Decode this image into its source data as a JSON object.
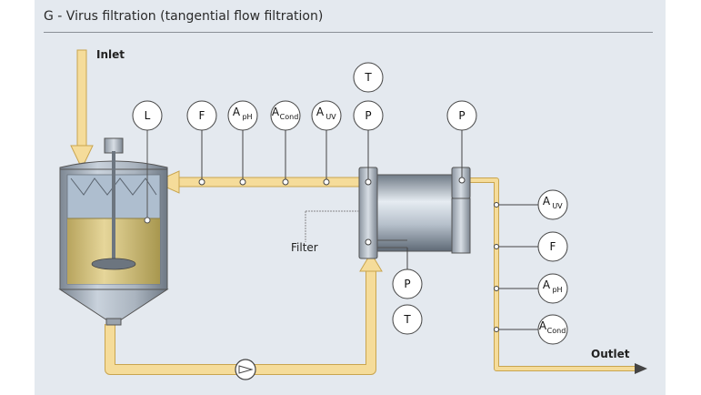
{
  "title": "G - Virus filtration (tangential flow filtration)",
  "labels": {
    "inlet": "Inlet",
    "outlet": "Outlet",
    "filter": "Filter"
  },
  "instruments": {
    "tank_level": {
      "main": "L",
      "sub": ""
    },
    "return_flow": {
      "main": "F",
      "sub": ""
    },
    "return_ph": {
      "main": "A",
      "sub": "pH"
    },
    "return_cond": {
      "main": "A",
      "sub": "Cond"
    },
    "return_uv": {
      "main": "A",
      "sub": "UV"
    },
    "filter_top_temp": {
      "main": "T",
      "sub": ""
    },
    "filter_top_pressure": {
      "main": "P",
      "sub": ""
    },
    "filter_outlet_pressure": {
      "main": "P",
      "sub": ""
    },
    "filter_bottom_pressure": {
      "main": "P",
      "sub": ""
    },
    "filter_bottom_temp": {
      "main": "T",
      "sub": ""
    },
    "outlet_uv": {
      "main": "A",
      "sub": "UV"
    },
    "outlet_flow": {
      "main": "F",
      "sub": ""
    },
    "outlet_ph": {
      "main": "A",
      "sub": "pH"
    },
    "outlet_cond": {
      "main": "A",
      "sub": "Cond"
    }
  },
  "colors": {
    "pipe": "#f5dc9a",
    "pipe_edge": "#c9a54f",
    "liquid": "#d7c47a",
    "background": "#e4e9ef"
  }
}
